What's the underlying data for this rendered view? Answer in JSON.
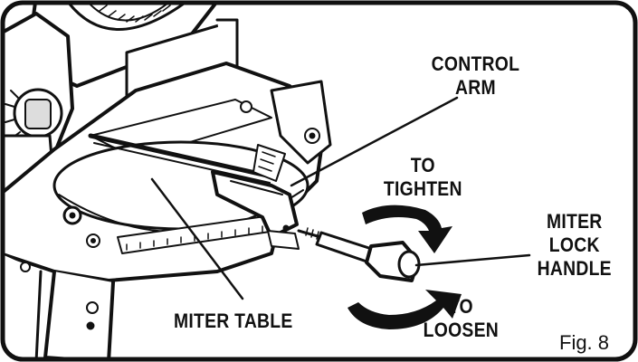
{
  "labels": {
    "control_arm": [
      "CONTROL",
      "ARM"
    ],
    "to_tighten": [
      "TO",
      "TIGHTEN"
    ],
    "miter_lock_handle": [
      "MITER",
      "LOCK",
      "HANDLE"
    ],
    "miter_table": "MITER TABLE",
    "to_loosen": [
      "TO",
      "LOOSEN"
    ]
  },
  "figure_label": "Fig. 8"
}
